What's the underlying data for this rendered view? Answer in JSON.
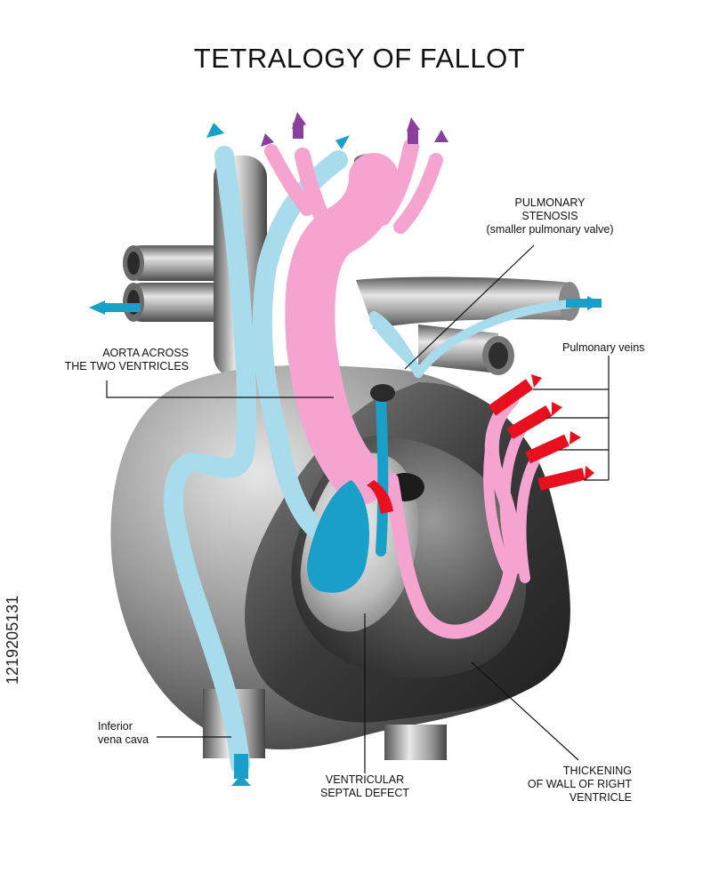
{
  "title": "TETRALOGY OF FALLOT",
  "labels": {
    "pulmonary_stenosis": [
      "PULMONARY",
      "STENOSIS",
      "(smaller pulmonary valve)"
    ],
    "aorta": [
      "AORTA ACROSS",
      "THE TWO VENTRICLES"
    ],
    "pulmonary_veins": [
      "Pulmonary veins"
    ],
    "ivc": [
      "Inferior",
      "vena cava"
    ],
    "vsd": [
      "VENTRICULAR",
      "SEPTAL DEFECT"
    ],
    "thickening": [
      "THICKENING",
      "OF WALL OF RIGHT",
      "VENTRICLE"
    ]
  },
  "image_id": "1219205131",
  "colors": {
    "oxygenated": "#f5a3cf",
    "deoxygenated": "#a8dcec",
    "deoxy_dark": "#1a9fc8",
    "vein_red": "#e8101e",
    "arrow_purple": "#8b3f9c",
    "arrow_blue": "#1a9fc8"
  }
}
